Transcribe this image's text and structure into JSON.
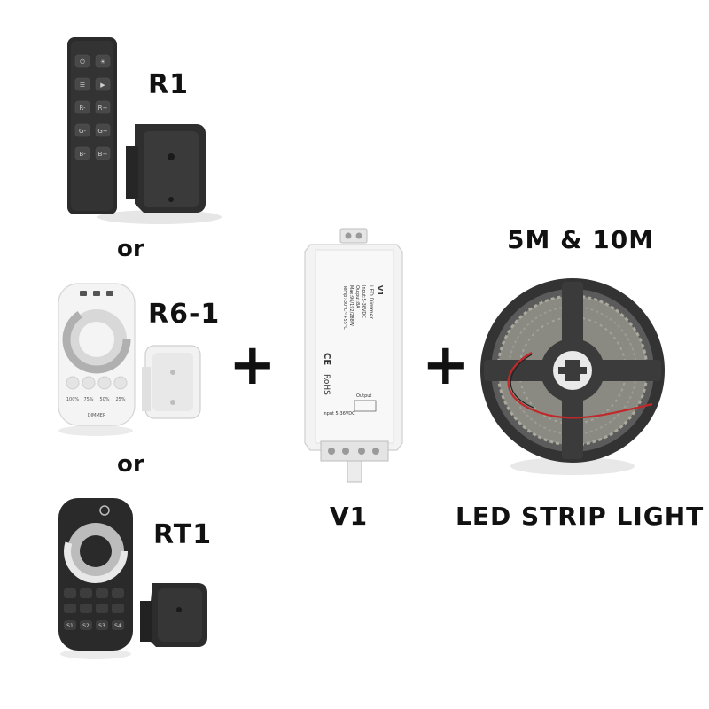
{
  "remotes": [
    {
      "label": "R1",
      "buttons": [
        "⏻",
        "☀",
        "☰",
        "▶",
        "R-",
        "R+",
        "G-",
        "G+",
        "B-",
        "B+"
      ]
    },
    {
      "label": "R6-1",
      "buttons": [
        "100%",
        "75%",
        "50%",
        "25%"
      ],
      "brand": "DIMMER"
    },
    {
      "label": "RT1",
      "buttons": [
        "S1",
        "S2",
        "S3",
        "S4"
      ]
    }
  ],
  "separators": {
    "or_1": "or",
    "or_2": "or",
    "plus_1": "+",
    "plus_2": "+"
  },
  "controller": {
    "label": "V1",
    "model": "V1",
    "title": "LED Dimmer",
    "specs": [
      "Input:5-36VDC",
      "Output:8A",
      "Max:96/192/288W",
      "Temp:-30°C~+55°C"
    ],
    "rohs": "RoHS",
    "ce": "CE",
    "input_label": "Input 5-36VDC",
    "output_label": "Output"
  },
  "strip": {
    "length_label": "5M & 10M",
    "label": "LED STRIP LIGHT"
  },
  "colors": {
    "remote_dark": "#2a2a2a",
    "remote_white": "#f2f2f2",
    "strip_reel": "#3a3a3a",
    "wire_red": "#c0282a"
  }
}
